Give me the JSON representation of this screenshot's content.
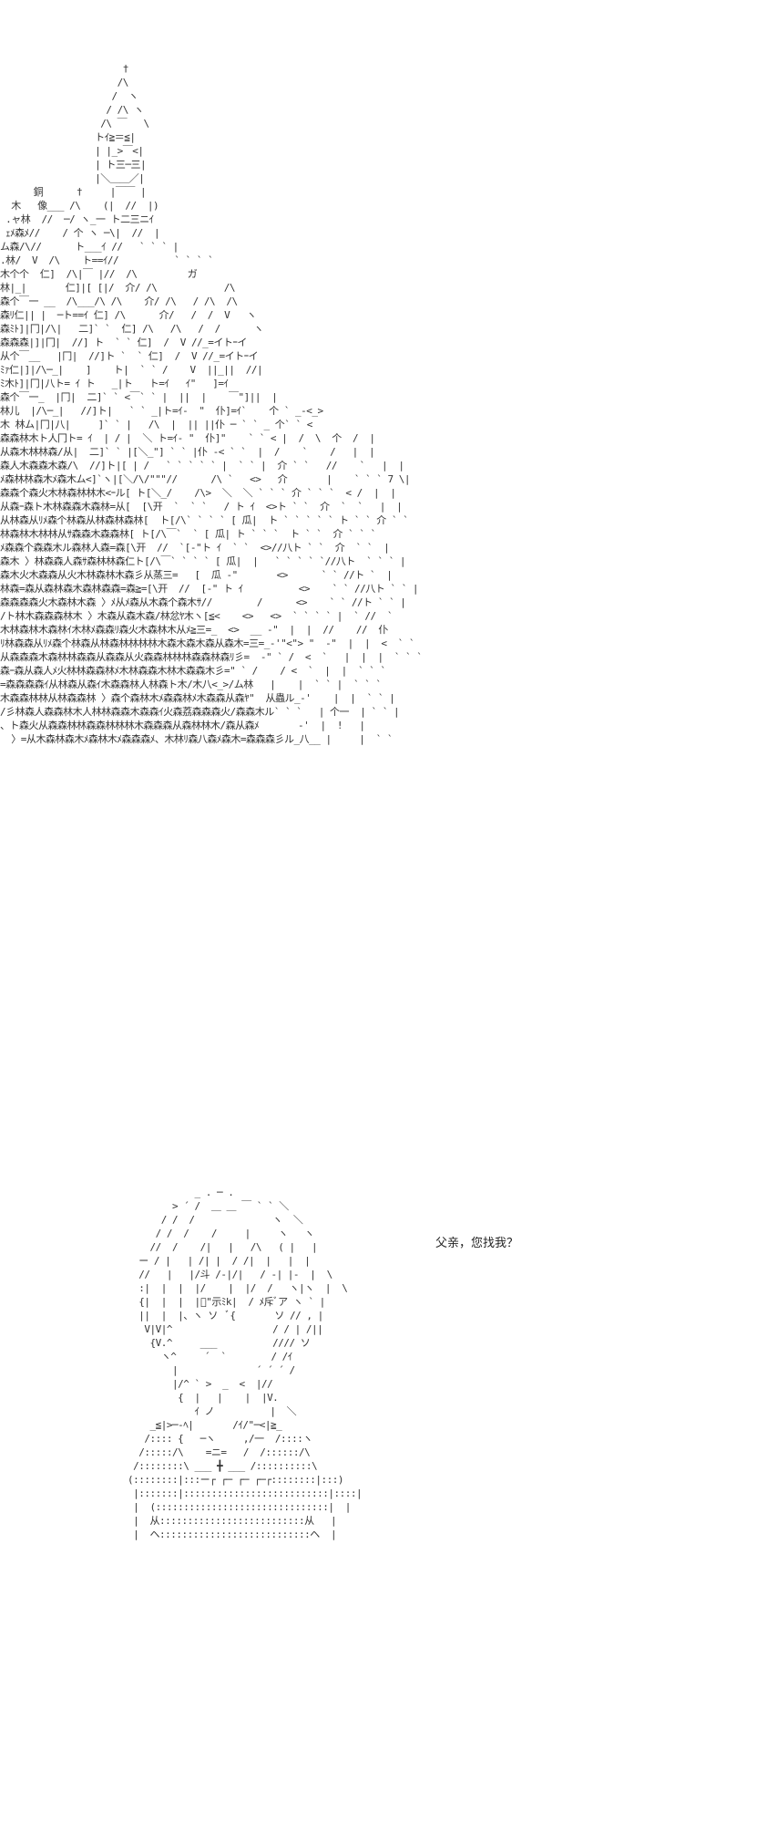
{
  "castle_art": "                      †\n                     /\\\n                    /  ヽ\n                   / /\\ ヽ\n                  /\\ ￣   \\\n                 トｲ≧＝≦|\n                 | |_>￣<|\n                 | ト三─三|\n                 |＼＿＿／|\n      銅      †     |￣￣ |\n  木   像___ /\\    (|  //  |)\n .ャ林  //  ─/ ヽ_一 ト二三ニｲ\n ｪﾒ森ﾒ//    / 个 ヽ ─\\|  //  |\nム森/\\//      ト___ｲ //   ` ` ` |\n.林/  V  /\\    ト==ｲ//          ` ` ` `\n木个个  仁]  /\\|￣ |//  /\\         ガ\n林|_|       仁]|[ [|/  介/ /\\            /\\\n森个￣一 __  /\\___/\\ /\\    介/ /\\   / /\\  /\\\n森ﾘ仁|| |  ─ト==ｲ 仁] /\\      介/   /  /  V   ヽ\n森ﾐﾄ]|冂|/\\|   二]` `  仁] /\\   /\\   /  /      ヽ\n森森森|]|冂|  //] ト  ` ` 仁]  /  V //_=イトｰイ\n从个￣__   |冂|  //]ト `  ` 仁]  /  V //_=イトｰイ\nﾐｧ仁|]|/\\─_|    ]    ト|  ` ` /    V  ||_||  //|\nﾐ木ﾄ]|冂|八ト= ｲ ト   _|ト   ト=ｲ   ｲ\"   ]=ｲ\n森个￣一_  |冂|  二]` ` <￣` ` |  ||  |    ￣\"]||  |\n林儿  |/\\─_|   //]ト|   ` ` _|ト=ｲ-  \"  仆]=ｲ`    个 ` _-<_>\n木 林ム|冂|八|     ]` ` |   /\\  |  || ||仆 ─ ` ` _ 个` ` <\n森森林木ト人冂ト= ｲ  | / |  ＼ ト=ｲ- \"  仆]\"    ` ` < |  /  \\  个  /  | \n从森木林林森/从|  二]` ` |[＼_\"] ` ` |仆 -< ` `  |  /    `    /   |  |\n森人木森森木森/\\  //]ト|[ | /   ` ` ` ` ` |  ` ` |  介 ` `   //    `   |  |\nﾒ森林林森木ﾒ森木ム<]`ヽ|[＼/\\/\"\"\"//      /\\ `   <>   介       |    ` ` ` 7 \\|\n森森个森火木林森林林木<ｰル[ ト[＼_/    /\\>  ＼  ＼ ` ` ` 介 ` ` `  < /  |  |\n从森ｰ森ト木林森森木森林=从[  [\\开  `  ` `   / ト ｲ  <>ト ` `  介  `  `   |  |\n从林森从ﾘﾒ森个林森从林森林森林[  ト[/\\` ` ` ` [ 瓜|  ト ` ` ` ` ` ト ` ` 介 ` `     \n林森林木林林从ｻ森森木森森林[ ト[/\\￣`  ` [ 瓜| ト ` ` `  ト ` `  介 ` ` `     \nﾒ森森个森森木ル森林人森=森[\\开  //  `[-\"ト ｲ  ` `  <>//八ト ` `  介  ` `  | \n森木 〉林森森人森ｻ森林林森仁ト[/\\￣` ` ` ` [ 瓜|  |   ` ` ` ` `//八ト  ` ` ` |  \n森木火木森森从火木林森林木森彡从蒸三=   [  瓜 -\"       <>      ` ` //ト `  |\n林森=森从森林森木森林森森=森≧=[\\开  //  [-\" ト ｲ          <>    ` ` //八ト ` ` |\n森森森森火木森林木森 〉ﾒ从ﾒ森从木森个森木ｻ//        /      <>    ` ` //ト ` ` |\n/ト林木森森森林木 〉木森从森木森/林忿ﾔ木ヽ[≦<    <>   <>  ` ` ` ` |  ` //  ` \n木林森林木森林ｲ木林ﾒ森森ﾘ森火木森林木从ﾒ≧三=_  <>  __ -\"  |  |  //    //  仆\nﾘ林森森从ﾘﾒ森个林森从林森林林林林木森木森木森从森木=三=_-'\"<\"> \"  -\"  |  |  <  ` `\n从森森森木森林林森森从森森从火森森林林林森森林森ﾘ彡=  -\" ` /  <  `   |  |  |  ` ` `\n森ｰ森从森人ﾒ火林林森森林ﾒ木林森森木林木森森木彡=\" ` /    / <  `  |  |  ` ` `\n=森森森森ｲ从林森从森ｲ木森森林人林森ト木/木八<_>/ム林   |    |  ` ` |  ` ` `\n木森森林林从林森森林 〉森个森林木ﾒ森森林ﾒ木森森从森ﾔ\"  从蟲ル_-'    |  |  ` ` |\n/彡林森人森森林木人林林森森木森森ｲ火森荔森森森火/森森木ル` ` `   | 个一  | ` ` |\n、ト森火从森森林林森森林林林木森森森从森林林木/森从森ﾒ       -'  |  !   |\n  〉=从木森林森木ﾒ森林木ﾒ森森森ﾒ、木林ﾘ森八森ﾒ森木=森森森彡ル_八__ |     |  ` `",
  "figure_art": "            _ . ─ .      \n        > ´ /  ＿ ＿ ￣ ` ` ＼\n      / /  /              ヽ  ＼\n     / /  /    /     |     ヽ   ヽ\n    //  /    /|   |   /\\   ( |   |\n  ー / |   | /| |  / /|  |   |  |\n  //   |   |/斗 /-|/|   / -| |-  |  \\\n  :|  |  |  |/    |  |/  /   ヽ|ヽ  |  \\\n  {|  |  |  |ﾞ\"示ﾐk|  / ﾒ斥ﾞア ヽ ` |\n  ||  |  |、ヽ ソ  ﾞ{       ソ // , |\n   V|V|^                  / / | /||\n    {V.^     ___          //// ソ\n      ヽ^     ´  `        / /ｲ\n        |              ´ ´ ´ /\n        |/^ ` >  _  <  |//\n         {  |   |    |  |V.\n            ｲ ノ          |  ＼\n    _≦|>─-ﾍ|       /ｲ/\"─<|≧_\n   /:::: {   ─ヽ     ,/一  /::::ヽ\n  /:::::/\\    =ニ=   /  /::::::/\\\n /::::::::\\ ___ ╋ ___ /::::::::::\\\n(::::::::|:::ー┌ ┌─ ┌─ ┌─┌::::::::|:::)\n |:::::::|::::::::::::::::::::::::::|::::|\n |  (:::::::::::::::::::::::::::::::|  |\n |  从::::::::::::::::::::::::::从   |\n |  ヘ:::::::::::::::::::::::::::ヘ  |",
  "dialogue_text": "父亲，您找我？"
}
